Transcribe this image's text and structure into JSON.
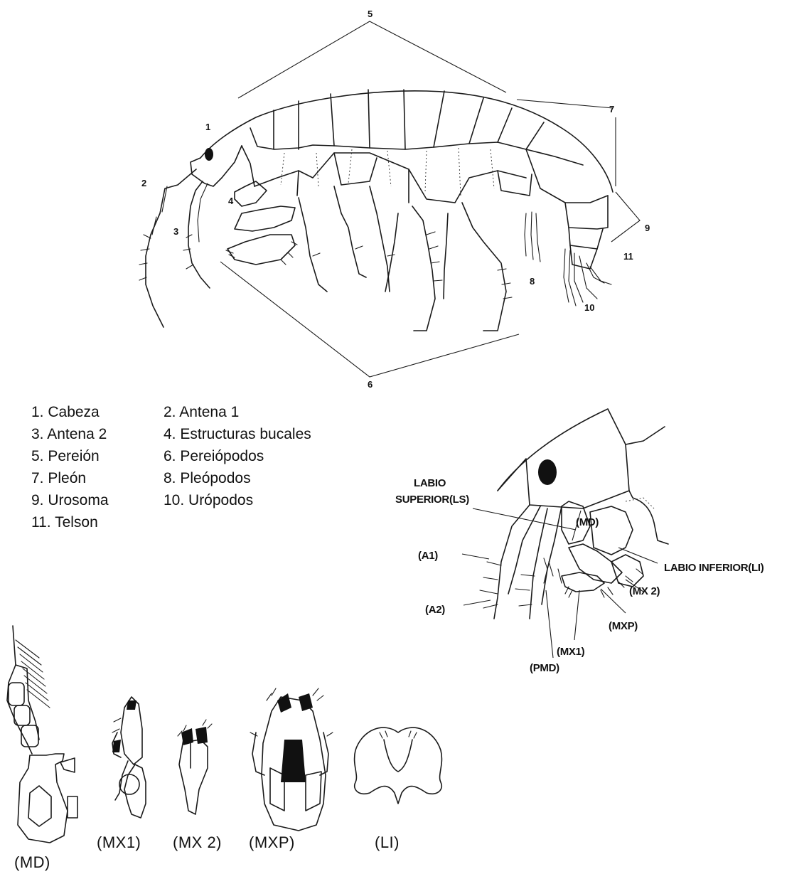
{
  "legend": {
    "col1": [
      "1. Cabeza",
      "3. Antena 2",
      "5. Pereión",
      "7. Pleón",
      "9. Urosoma",
      "11. Telson"
    ],
    "col2": [
      "2. Antena 1",
      "4. Estructuras bucales",
      "6. Pereiópodos",
      "8. Pleópodos",
      "10. Urópodos"
    ]
  },
  "main_numbers": [
    "1",
    "2",
    "3",
    "4",
    "5",
    "6",
    "7",
    "8",
    "9",
    "10",
    "11"
  ],
  "head_detail": {
    "labio_superior_line1": "LABIO",
    "labio_superior_line2": "SUPERIOR(LS)",
    "md": "(MD)",
    "a1": "(A1)",
    "a2": "(A2)",
    "labio_inferior": "LABIO INFERIOR(LI)",
    "mx2": "(MX 2)",
    "mxp": "(MXP)",
    "mx1": "(MX1)",
    "pmd": "(PMD)"
  },
  "mouthparts": [
    "(MD)",
    "(MX1)",
    "(MX 2)",
    "(MXP)",
    "(LI)"
  ]
}
